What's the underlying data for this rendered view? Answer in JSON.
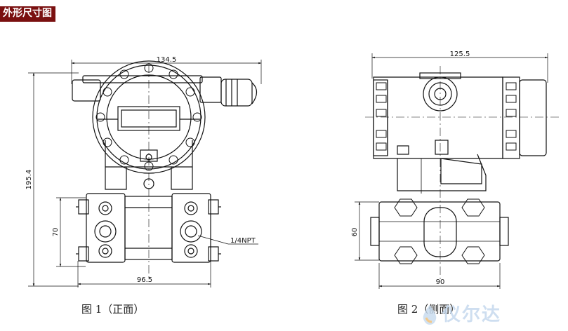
{
  "header": {
    "title": "外形尺寸图"
  },
  "front_view": {
    "caption": "图 1（正面）",
    "dims": {
      "width_top": "134.5",
      "height": "195.4",
      "flange_height": "70",
      "width_bottom": "96.5"
    },
    "thread_label": "1/4NPT"
  },
  "side_view": {
    "caption": "图 2（侧面）",
    "dims": {
      "width_top": "125.5",
      "flange_height": "60",
      "width_bottom": "90"
    }
  },
  "watermark": {
    "text": "仪尔达",
    "logo": "droplet-logo-icon"
  },
  "colors": {
    "header_bg": "#7a1010",
    "line": "#111111",
    "watermark": "#c6d9ee"
  }
}
